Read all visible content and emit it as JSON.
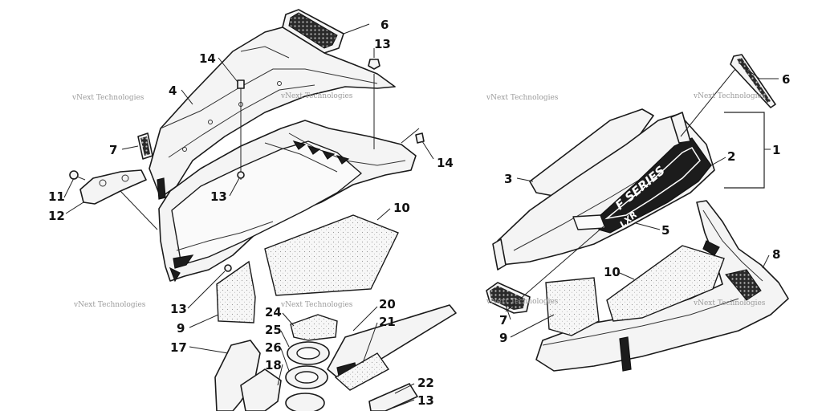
{
  "watermark": "vNext Technologies",
  "graphic_text": {
    "series": "F SERIES",
    "model": "LXR"
  },
  "callouts": {
    "c1": "1",
    "c2": "2",
    "c3": "3",
    "c4": "4",
    "c5": "5",
    "c6a": "6",
    "c6b": "6",
    "c7a": "7",
    "c7b": "7",
    "c8": "8",
    "c9a": "9",
    "c9b": "9",
    "c10a": "10",
    "c10b": "10",
    "c11": "11",
    "c12": "12",
    "c13a": "13",
    "c13b": "13",
    "c13c": "13",
    "c13d": "13",
    "c14a": "14",
    "c14b": "14",
    "c17": "17",
    "c18": "18",
    "c20": "20",
    "c21": "21",
    "c22": "22",
    "c24": "24",
    "c25": "25",
    "c26": "26"
  }
}
